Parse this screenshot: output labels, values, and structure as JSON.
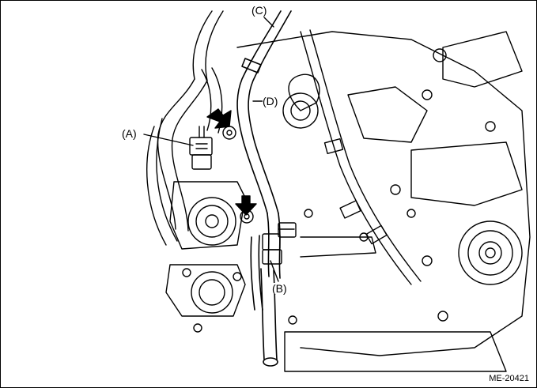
{
  "labels": {
    "a": "(A)",
    "b": "(B)",
    "c": "(C)",
    "d": "(D)"
  },
  "figure_code": "ME-20421",
  "colors": {
    "line": "#000000",
    "background": "#ffffff"
  },
  "icons": [
    "arrow-down-icon",
    "arrow-down-icon"
  ]
}
